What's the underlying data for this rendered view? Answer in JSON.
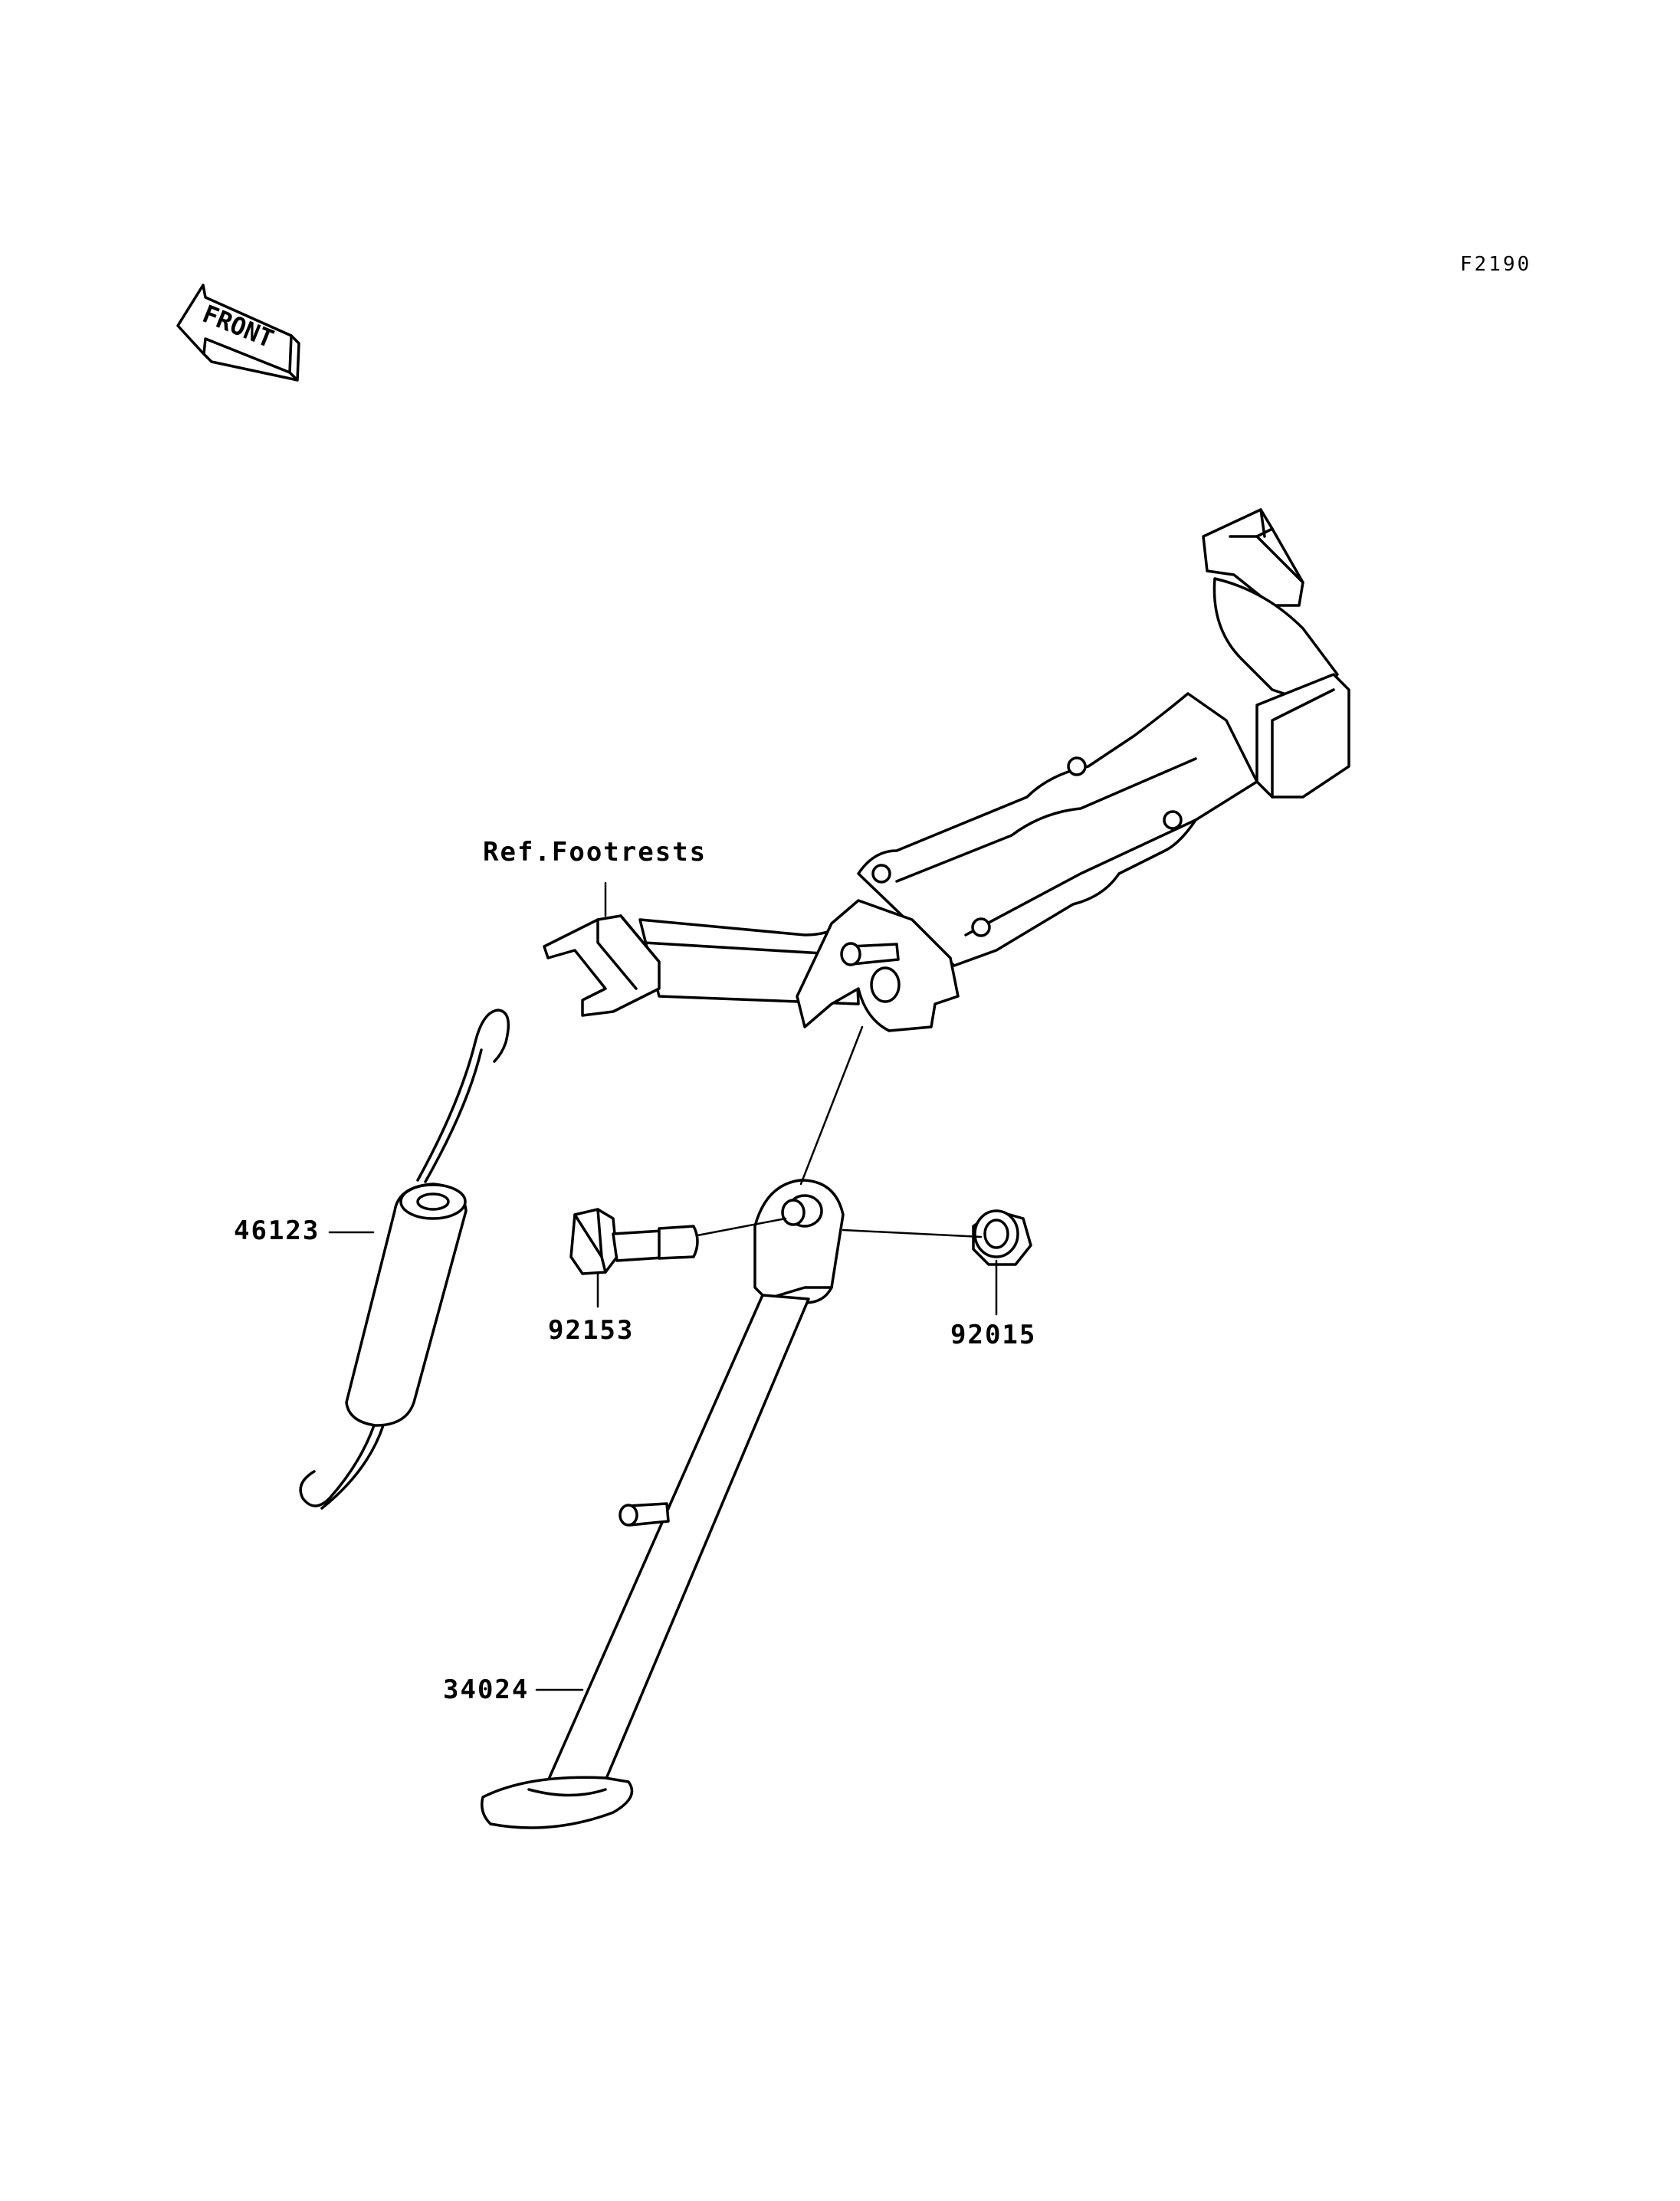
{
  "figure_code": "F2190",
  "front_badge": "FRONT",
  "reference": "Ref.Footrests",
  "parts": [
    {
      "number": "46123",
      "item": "spring"
    },
    {
      "number": "92153",
      "item": "bolt"
    },
    {
      "number": "92015",
      "item": "nut"
    },
    {
      "number": "34024",
      "item": "stand"
    }
  ]
}
